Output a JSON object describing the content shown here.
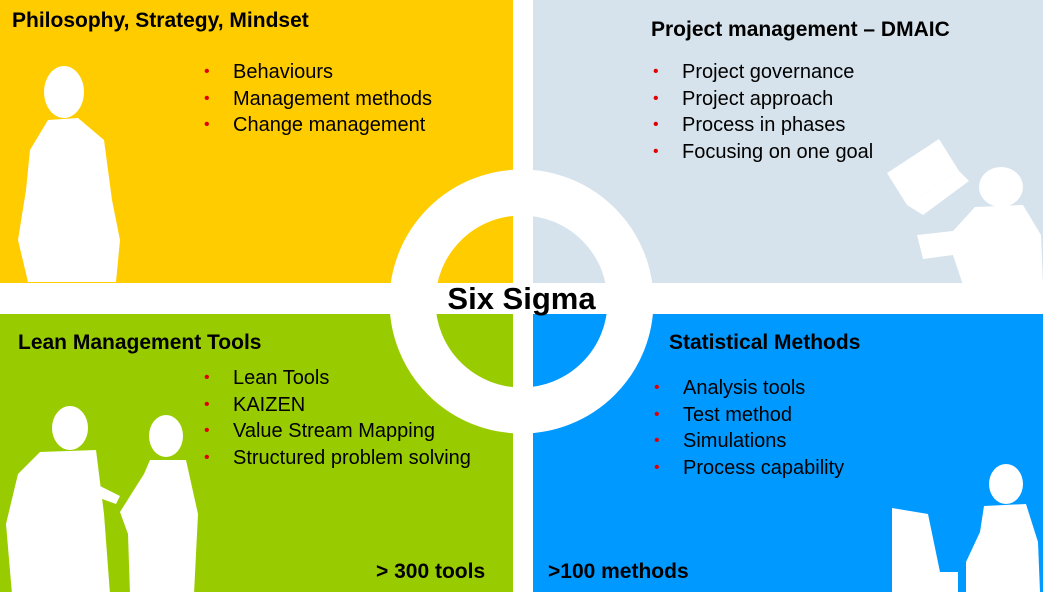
{
  "center": {
    "label": "Six Sigma"
  },
  "quadrants": {
    "top_left": {
      "title": "Philosophy, Strategy, Mindset",
      "bullets": [
        "Behaviours",
        "Management methods",
        "Change management"
      ],
      "color": "#ffcc00"
    },
    "top_right": {
      "title": "Project management – DMAIC",
      "bullets": [
        "Project governance",
        "Project approach",
        "Process in phases",
        "Focusing on one goal"
      ],
      "color": "#d6e3ec"
    },
    "bottom_left": {
      "title": "Lean Management Tools",
      "bullets": [
        "Lean Tools",
        "KAIZEN",
        "Value Stream Mapping",
        "Structured problem solving"
      ],
      "footer": "> 300 tools",
      "color": "#99cc00"
    },
    "bottom_right": {
      "title": "Statistical Methods",
      "bullets": [
        "Analysis tools",
        "Test method",
        "Simulations",
        "Process capability"
      ],
      "footer": ">100 methods",
      "color": "#0099ff"
    }
  },
  "bullet_color": "#e00000",
  "bullet_glyph": "•"
}
